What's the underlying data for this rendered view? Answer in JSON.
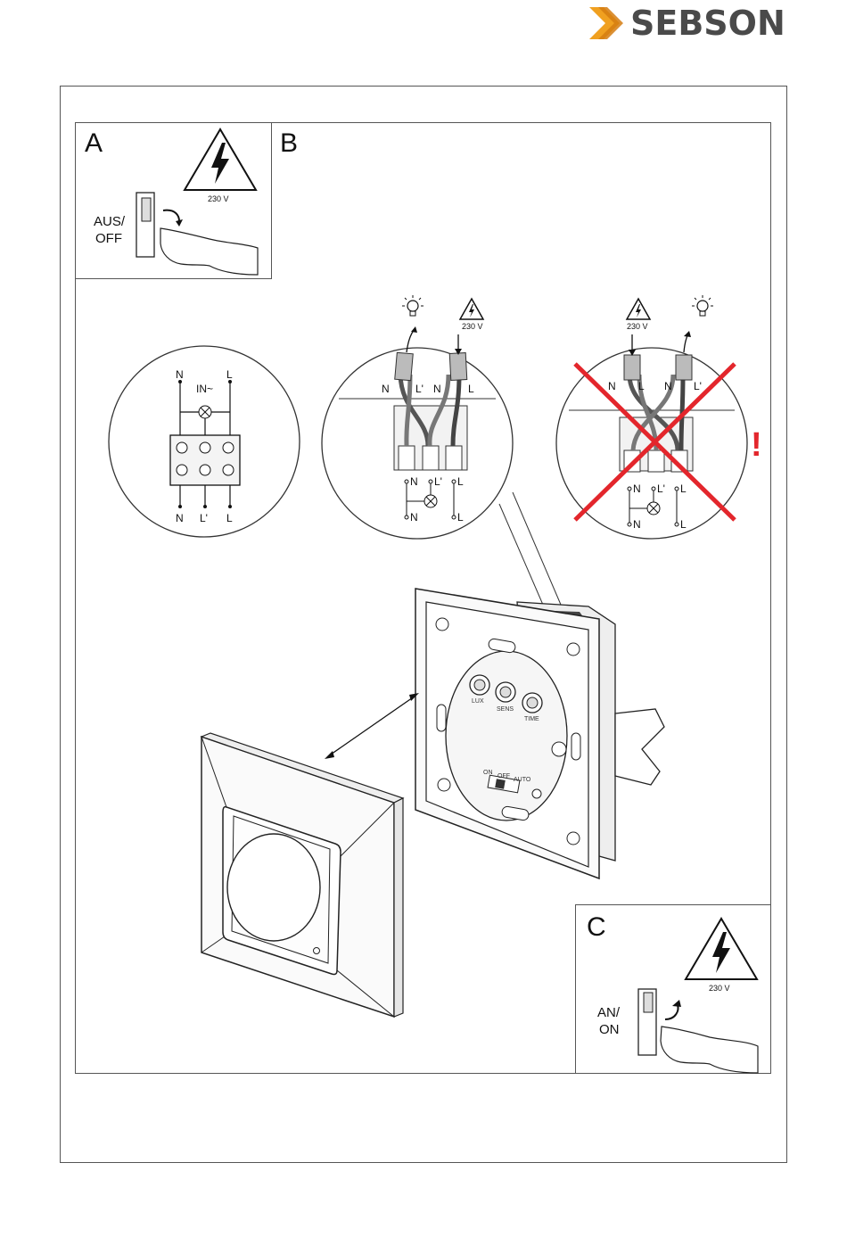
{
  "brand": {
    "name": "SEBSON",
    "chevron_color": "#f0a020",
    "text_color": "#4a4a4a",
    "icon": "double-chevron-icon"
  },
  "panel_a": {
    "letter": "A",
    "voltage": "230 V",
    "caption_line1": "AUS/",
    "caption_line2": "OFF",
    "icon": "high-voltage-warning-icon"
  },
  "panel_b": {
    "letter": "B"
  },
  "panel_c": {
    "letter": "C",
    "voltage": "230 V",
    "caption_line1": "AN/",
    "caption_line2": "ON",
    "icon": "high-voltage-warning-icon"
  },
  "schematic": {
    "top_n": "N",
    "top_l": "L",
    "load": "IN~",
    "bottom_n": "N",
    "bottom_lprime": "L'",
    "bottom_l": "L"
  },
  "correct_wiring": {
    "voltage": "230 V",
    "wire_labels": [
      "N",
      "L'",
      "N",
      "L"
    ],
    "terminal_labels": [
      "N",
      "L'",
      "L"
    ],
    "bottom_labels": [
      "N",
      "L"
    ]
  },
  "wrong_wiring": {
    "voltage": "230 V",
    "wire_labels": [
      "N",
      "L",
      "N",
      "L'"
    ],
    "terminal_labels": [
      "N",
      "L'",
      "L"
    ],
    "bottom_labels": [
      "N",
      "L"
    ],
    "warning": "!",
    "cross_color": "#e3262c"
  },
  "device": {
    "knob_labels": [
      "LUX",
      "SENS",
      "TIME"
    ],
    "mode_labels": [
      "ON",
      "OFF",
      "AUTO"
    ]
  }
}
